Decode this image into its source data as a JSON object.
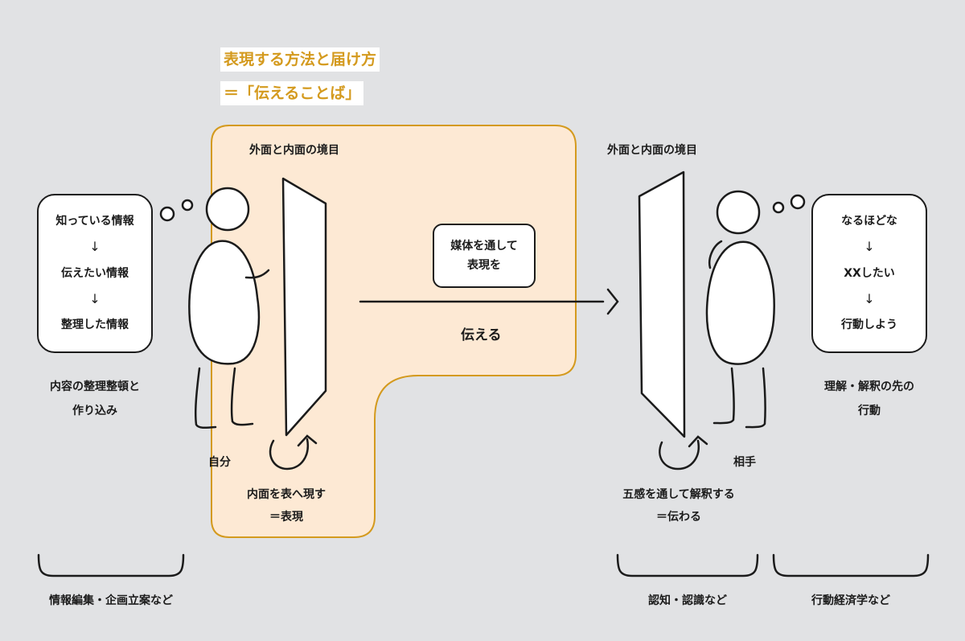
{
  "title": {
    "line1": "表現する方法と届け方",
    "line2": "＝「伝えることば」"
  },
  "colors": {
    "background": "#e1e2e4",
    "highlight_area": "#fde9d4",
    "highlight_border": "#d49a1e",
    "title_text": "#d49a1e",
    "ink": "#1b1b1b"
  },
  "left_bubble": {
    "items": [
      "知っている情報",
      "伝えたい情報",
      "整理した情報"
    ],
    "arrow": "↓"
  },
  "right_bubble": {
    "items": [
      "なるほどな",
      "XXしたい",
      "行動しよう"
    ],
    "arrow": "↓"
  },
  "labels": {
    "boundary_left": "外面と内面の境目",
    "boundary_right": "外面と内面の境目",
    "left_caption_1": "内容の整理整頓と",
    "left_caption_2": "作り込み",
    "right_caption_1": "理解・解釈の先の",
    "right_caption_2": "行動",
    "self": "自分",
    "partner": "相手",
    "express_1": "内面を表へ現す",
    "express_2": "＝表現",
    "perceive_1": "五感を通して解釈する",
    "perceive_2": "＝伝わる",
    "convey": "伝える",
    "media_1": "媒体を通して",
    "media_2": "表現を"
  },
  "bottom": {
    "left": "情報編集・企画立案など",
    "mid": "認知・認識など",
    "right": "行動経済学など"
  }
}
